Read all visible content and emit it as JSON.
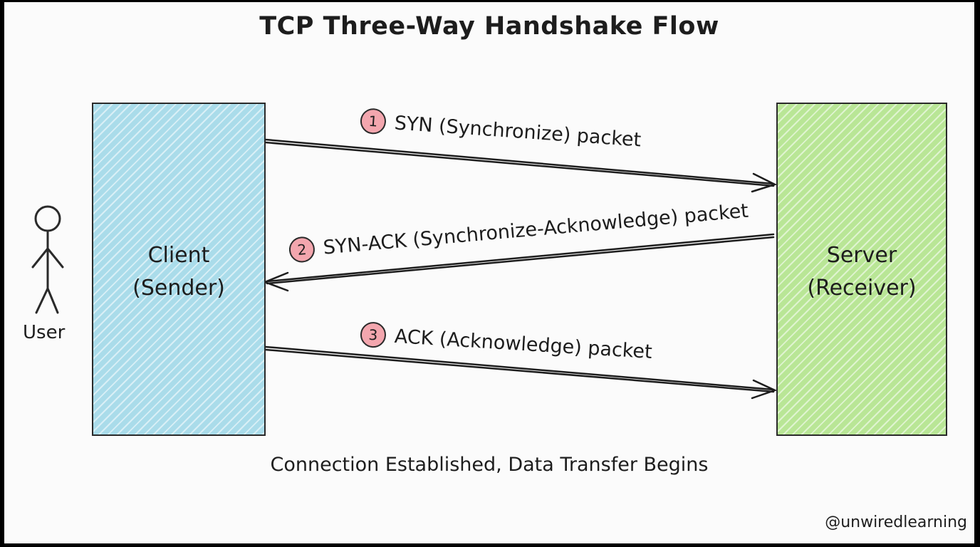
{
  "title": "TCP Three-Way Handshake Flow",
  "actor": {
    "label": "User"
  },
  "nodes": {
    "client": {
      "label": "Client\n(Sender)",
      "color": "#aadcea"
    },
    "server": {
      "label": "Server\n(Receiver)",
      "color": "#b9e696"
    }
  },
  "messages": [
    {
      "step": "1",
      "label": "SYN (Synchronize) packet",
      "from": "client",
      "to": "server"
    },
    {
      "step": "2",
      "label": "SYN-ACK (Synchronize-Acknowledge) packet",
      "from": "server",
      "to": "client"
    },
    {
      "step": "3",
      "label": "ACK (Acknowledge) packet",
      "from": "client",
      "to": "server"
    }
  ],
  "footer": "Connection Established, Data Transfer Begins",
  "credit": "@unwiredlearning",
  "colors": {
    "badge": "#f3a6ae",
    "stroke": "#2a2a2a"
  }
}
